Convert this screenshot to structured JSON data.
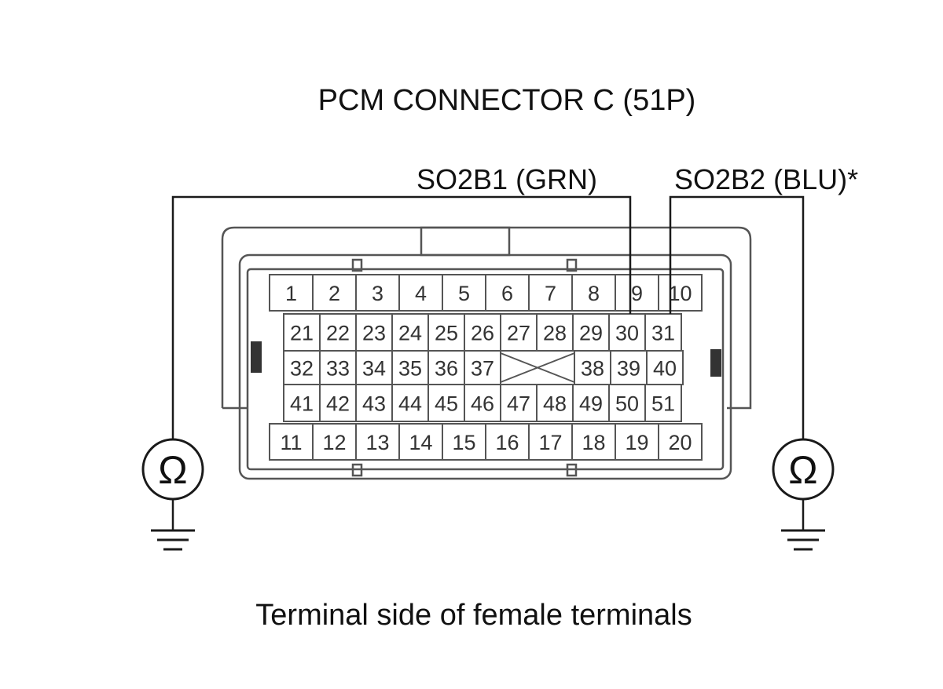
{
  "title": "PCM CONNECTOR C (51P)",
  "wire_labels": {
    "left": "SO2B1 (GRN)",
    "right": "SO2B2 (BLU)*"
  },
  "caption": "Terminal side of female terminals",
  "meter_symbol": "Ω",
  "connector": {
    "row1": [
      "1",
      "2",
      "3",
      "4",
      "5",
      "6",
      "7",
      "8",
      "9",
      "10"
    ],
    "row2": [
      "21",
      "22",
      "23",
      "24",
      "25",
      "26",
      "27",
      "28",
      "29",
      "30",
      "31"
    ],
    "row3_left": [
      "32",
      "33",
      "34",
      "35",
      "36",
      "37"
    ],
    "row3_right": [
      "38",
      "39",
      "40"
    ],
    "row4": [
      "41",
      "42",
      "43",
      "44",
      "45",
      "46",
      "47",
      "48",
      "49",
      "50",
      "51"
    ],
    "row5": [
      "11",
      "12",
      "13",
      "14",
      "15",
      "16",
      "17",
      "18",
      "19",
      "20"
    ]
  },
  "probe_terminals": {
    "left": "30",
    "right": "31"
  },
  "colors": {
    "line": "#1a1a1a",
    "body": "#555555",
    "cell_fill": "#ffffff"
  }
}
